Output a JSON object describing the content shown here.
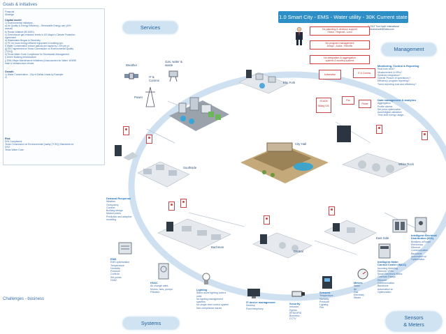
{
  "left": {
    "goals_title": "Goals & initiatives",
    "goals_lines": [
      "Financial",
      "Strategic"
    ],
    "capital_title": "Capital model",
    "capital_lines": [
      "1) Environmental Initiatives -",
      "a) Air Quality & Energy Efficiency – Renewable Energy use (40%",
      "annual)",
      "b) Reuse Initiative (80 MGD)",
      "c) Greenhouse gas emission levels in US Mayor's Climate Protection",
      "Agreement",
      "d) Wastewater Biogas to Electricity",
      "e) PC for more energy efficient equipment & building ops.",
      "f) Water Conservation reduce gallons per capita by 1.5% per yr.",
      "g) EEO agreement w/ Texas Commission on Environmental Quality",
      "(TCEQ)",
      "h) Texas Water Code Compliance for Stormwater Management",
      "i) Green Building Infrastructure",
      "j) DWU Major Maintenance Initiatives (Unaccounted for Water, W/WW",
      "main & infrastructure rehabs"
    ],
    "growth_title": "Growth",
    "growth_lines": [
      "1) Water Conservation - City of Dallas Leads by Example",
      "2)"
    ],
    "risk_title": "Risk",
    "risk_lines": [
      "EPA Compliance",
      "Texas Commission on Environmental Quality (TCEQ) Standards for",
      "DSO",
      "Texas Water Code"
    ],
    "challenges": "Challenges - business"
  },
  "header": {
    "banner": "1.0 Smart City - EMS - Water utility - 30K Current state",
    "copyright_1": "© 2013 True North International",
    "copyright_2": "www.truenorth3Dview.com"
  },
  "pills": {
    "services": "Services",
    "management": "Management",
    "systems": "Systems",
    "sensors_1": "Sensors",
    "sensors_2": "& Meters"
  },
  "red_boxes": [
    {
      "title": "No planning & decision support",
      "sub": "Global - Regional - Local"
    },
    {
      "title": "No program management",
      "sub": "Design - Audits - Retrofits"
    },
    {
      "title": "No integration & aggregation",
      "sub": "systems & reporting systems"
    }
  ],
  "bins": [
    "Automation",
    "IT & Comms",
    "SCADA Billing GIS",
    "Fire",
    "Power"
  ],
  "management": {
    "monitoring_title": "Monitoring, Control & Reporting",
    "monitoring_items": [
      "Real time view?",
      "Measurement & KPIs?",
      "Systems integration?",
      "Overall 'Picture of operations'?",
      "Efficiency program reporting?",
      "Trend reporting cost and efficiency?"
    ],
    "data_title": "Data management & analytics",
    "data_items": [
      "Aggregation",
      "Profile alarms",
      "Set point optimization",
      "Asset/digital validation",
      "Time shift energy usage..."
    ]
  },
  "places": {
    "weather": "Weather",
    "gas": "Gas, water &",
    "gas2": "waste",
    "it": "IT &",
    "it2": "Comms",
    "power": "Power",
    "elm_fork": "Elm Fork",
    "city_hall": "City Hall",
    "white_rock": "White Rock",
    "southside": "Southside",
    "bachman": "Bachman",
    "central": "Central",
    "east_side": "East Side"
  },
  "demand": {
    "title": "Demand Response",
    "items": [
      "Weather",
      "Occupancy",
      "Comfort",
      "Building design",
      "Market prices",
      "Predictive and adaptive",
      "modeling"
    ]
  },
  "ems": {
    "title": "EMS",
    "items": [
      "EMS optimization",
      "Temperature",
      "Humidity",
      "Pressure",
      "Controls",
      "Set points",
      "HVAC"
    ]
  },
  "hvac": {
    "title": "HVAC",
    "items": [
      "Air change rates",
      "Motors, fans, pumps",
      "Filtration"
    ]
  },
  "lighting": {
    "title": "Lighting",
    "items": [
      "Stand alone lighting control",
      "units",
      "No lighting management",
      "systems",
      "No single view control system",
      "Non-compliance issues"
    ]
  },
  "it_device": {
    "title": "IT device management",
    "items": [
      "Desktop",
      "Fixed telephony"
    ]
  },
  "security": {
    "title": "Security",
    "items": [
      "Intrusion",
      "Egress",
      "RFID/NFID",
      "Biometric",
      "CCTV"
    ]
  },
  "sensors": {
    "title": "Sensors",
    "items": [
      "Temperature",
      "Humidity",
      "Pressure",
      "Lighting",
      "Fire"
    ]
  },
  "meters": {
    "title": "Meters",
    "items": [
      "Water",
      "Air",
      "Gas",
      "Electricity",
      "Steam"
    ]
  },
  "smart_meter": {
    "title": "Intelligent Meter",
    "title2": "Control Center (IMCC)",
    "items": [
      "Incoming Metering",
      "Ethernet VFDs",
      "Smart Electronic Motor",
      "Overload Relays",
      "Ethernet",
      "Communication",
      "Backbone",
      "Automation w/",
      "Optimization"
    ]
  },
  "distribution": {
    "title": "Intelligent Electrical",
    "title2": "Distribution (IED)",
    "items": [
      "Breakers w/Smart",
      "Electronics",
      "Ethernet",
      "Communication",
      "Backbone",
      "Automation w/",
      "Optimization"
    ]
  }
}
